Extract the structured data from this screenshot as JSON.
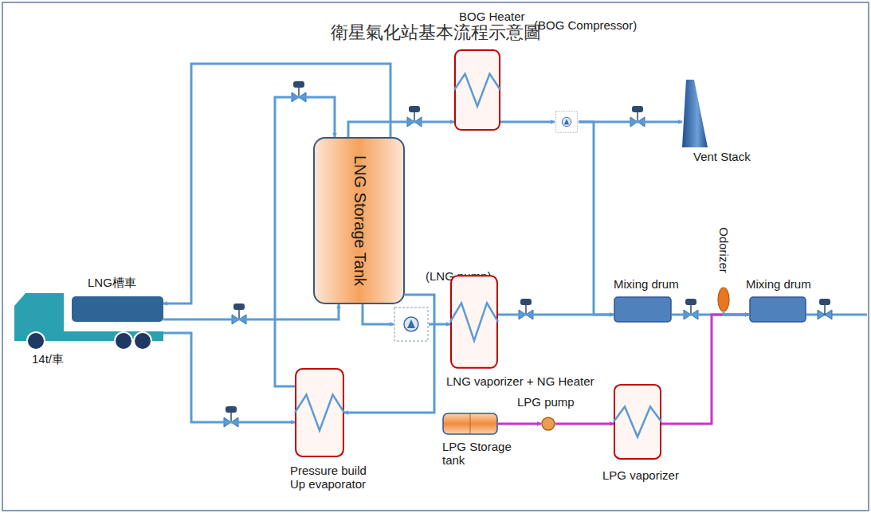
{
  "diagram": {
    "title": "衛星氣化站基本流程示意圖",
    "nodes": [
      {
        "text": [
          "LNG Storage Tank"
        ]
      },
      {
        "text": [
          "BOG Heater"
        ]
      },
      {
        "text": [
          "(BOG Compressor)"
        ]
      },
      {
        "text": [
          "Vent Stack"
        ]
      },
      {
        "text": [
          "LNG槽車",
          "14t/車"
        ]
      },
      {
        "text": [
          "(LNG pump)"
        ]
      },
      {
        "text": [
          "LNG vaporizer + NG Heater"
        ]
      },
      {
        "text": [
          "Mixing drum"
        ]
      },
      {
        "text": [
          "Odorizer"
        ]
      },
      {
        "text": [
          "Mixing drum"
        ]
      },
      {
        "text": [
          "Pressure build Up evaporator"
        ]
      },
      {
        "text": [
          "LPG Storage tank"
        ]
      },
      {
        "text": [
          "LPG pump"
        ]
      },
      {
        "text": [
          "LPG vaporizer"
        ]
      }
    ],
    "edges": [
      {
        "from": 4,
        "to": 0,
        "arrow": "to"
      },
      {
        "from": 0,
        "to": 1,
        "arrow": "to"
      },
      {
        "from": 1,
        "to": 2,
        "arrow": "to"
      },
      {
        "from": 2,
        "to": 3,
        "arrow": "to"
      },
      {
        "from": 2,
        "to": 7,
        "arrow": "to"
      },
      {
        "from": 0,
        "to": 5,
        "arrow": "to"
      },
      {
        "from": 5,
        "to": 6,
        "arrow": "to"
      },
      {
        "from": 6,
        "to": 7,
        "arrow": "to"
      },
      {
        "from": 7,
        "to": 9,
        "arrow": "to"
      },
      {
        "from": 13,
        "to": 9,
        "arrow": "to"
      },
      {
        "from": 8,
        "to": 9,
        "arrow": "to"
      },
      {
        "from": 11,
        "to": 12,
        "arrow": "to"
      },
      {
        "from": 12,
        "to": 13,
        "arrow": "to"
      },
      {
        "from": 4,
        "to": 10,
        "arrow": "to"
      },
      {
        "from": 10,
        "to": 0,
        "arrow": "to"
      },
      {
        "from": 0,
        "to": 10,
        "arrow": "to"
      },
      {
        "from": 0,
        "to": 4,
        "arrow": "to"
      }
    ]
  }
}
